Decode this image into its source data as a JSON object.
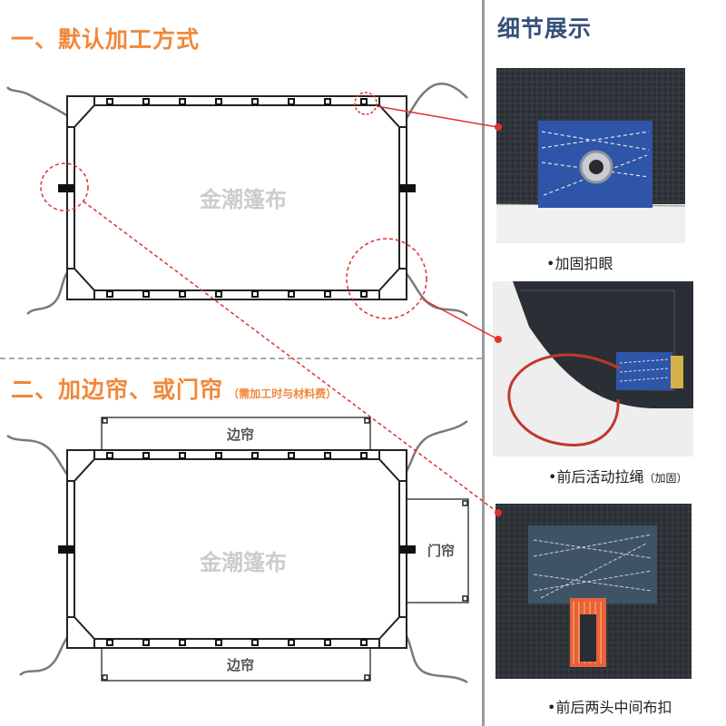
{
  "section1": {
    "title": "一、默认加工方式"
  },
  "section2": {
    "title": "二、加边帘、或门帘",
    "note": "（需加工时与材料费）"
  },
  "watermark": "金潮篷布",
  "side_curtain_label": "边帘",
  "door_curtain_label": "门帘",
  "details": {
    "title": "细节展示",
    "captions": [
      {
        "text": "•加固扣眼",
        "sub": ""
      },
      {
        "text": "•前后活动拉绳",
        "sub": "（加固）"
      },
      {
        "text": "•前后两头中间布扣",
        "sub": ""
      }
    ]
  },
  "colors": {
    "accent_orange": "#f0883a",
    "title_blue": "#35507a",
    "callout_red": "#e03030",
    "frame": "#222222",
    "rope": "#7a7a7a"
  }
}
